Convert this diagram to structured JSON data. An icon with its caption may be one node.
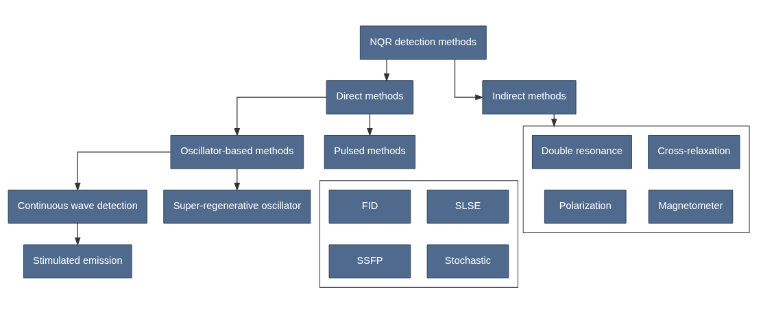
{
  "diagram": {
    "nodes": [
      {
        "text": [
          "NQR detection methods"
        ]
      },
      {
        "text": [
          "Direct methods"
        ]
      },
      {
        "text": [
          "Indirect methods"
        ]
      },
      {
        "text": [
          "Oscillator-based methods"
        ]
      },
      {
        "text": [
          "Pulsed methods"
        ]
      },
      {
        "text": [],
        "shape": "box"
      },
      {
        "text": [
          "FID"
        ],
        "in": 5
      },
      {
        "text": [
          "SLSE"
        ],
        "in": 5
      },
      {
        "text": [
          "SSFP"
        ],
        "in": 5
      },
      {
        "text": [
          "Stochastic"
        ],
        "in": 5
      },
      {
        "text": [],
        "shape": "box"
      },
      {
        "text": [
          "Double resonance"
        ],
        "in": 10
      },
      {
        "text": [
          "Cross-relaxation"
        ],
        "in": 10
      },
      {
        "text": [
          "Polarization"
        ],
        "in": 10
      },
      {
        "text": [
          "Magnetometer"
        ],
        "in": 10
      },
      {
        "text": [
          "Continuous wave detection"
        ]
      },
      {
        "text": [
          "Super-regenerative oscillator"
        ]
      },
      {
        "text": [
          "Stimulated emission"
        ]
      }
    ],
    "edges": [
      {
        "from": 0,
        "to": 1,
        "arrow": "to"
      },
      {
        "from": 0,
        "to": 2,
        "arrow": "to"
      },
      {
        "from": 1,
        "to": 3,
        "arrow": "to"
      },
      {
        "from": 1,
        "to": 4,
        "arrow": "to"
      },
      {
        "from": 2,
        "to": 10,
        "arrow": "to"
      },
      {
        "from": 3,
        "to": 15,
        "arrow": "to"
      },
      {
        "from": 3,
        "to": 16,
        "arrow": "to"
      },
      {
        "from": 15,
        "to": 17,
        "arrow": "to"
      }
    ]
  }
}
